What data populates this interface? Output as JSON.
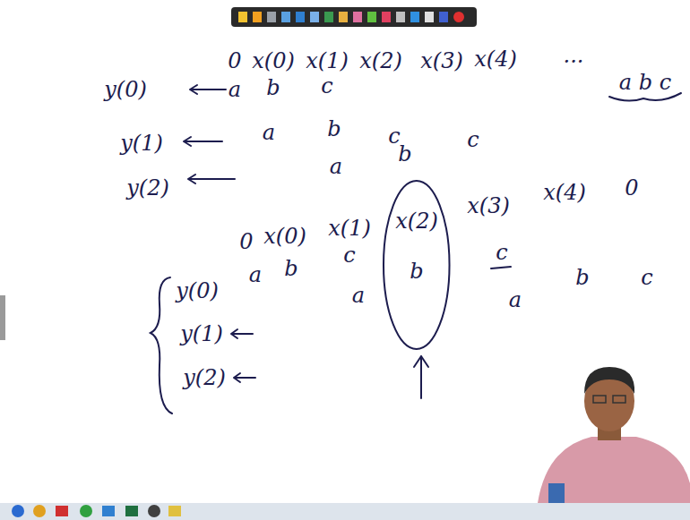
{
  "diagram": {
    "nodes": [
      {
        "text": [
          "x(2)",
          "b"
        ]
      }
    ],
    "labels": [
      "0",
      "x(0)",
      "x(1)",
      "x(2)",
      "x(3)",
      "x(4)",
      "...",
      "a b c",
      "y(0)",
      "a",
      "b",
      "c",
      "y(1)",
      "a",
      "b",
      "c",
      "y(2)",
      "a",
      "b",
      "c",
      "0",
      "x(0)",
      "x(1)",
      "x(3)",
      "x(4)",
      "0",
      "a",
      "b",
      "c",
      "c",
      "a",
      "a",
      "b",
      "c",
      "y(0)",
      "y(1)",
      "y(2)"
    ]
  }
}
